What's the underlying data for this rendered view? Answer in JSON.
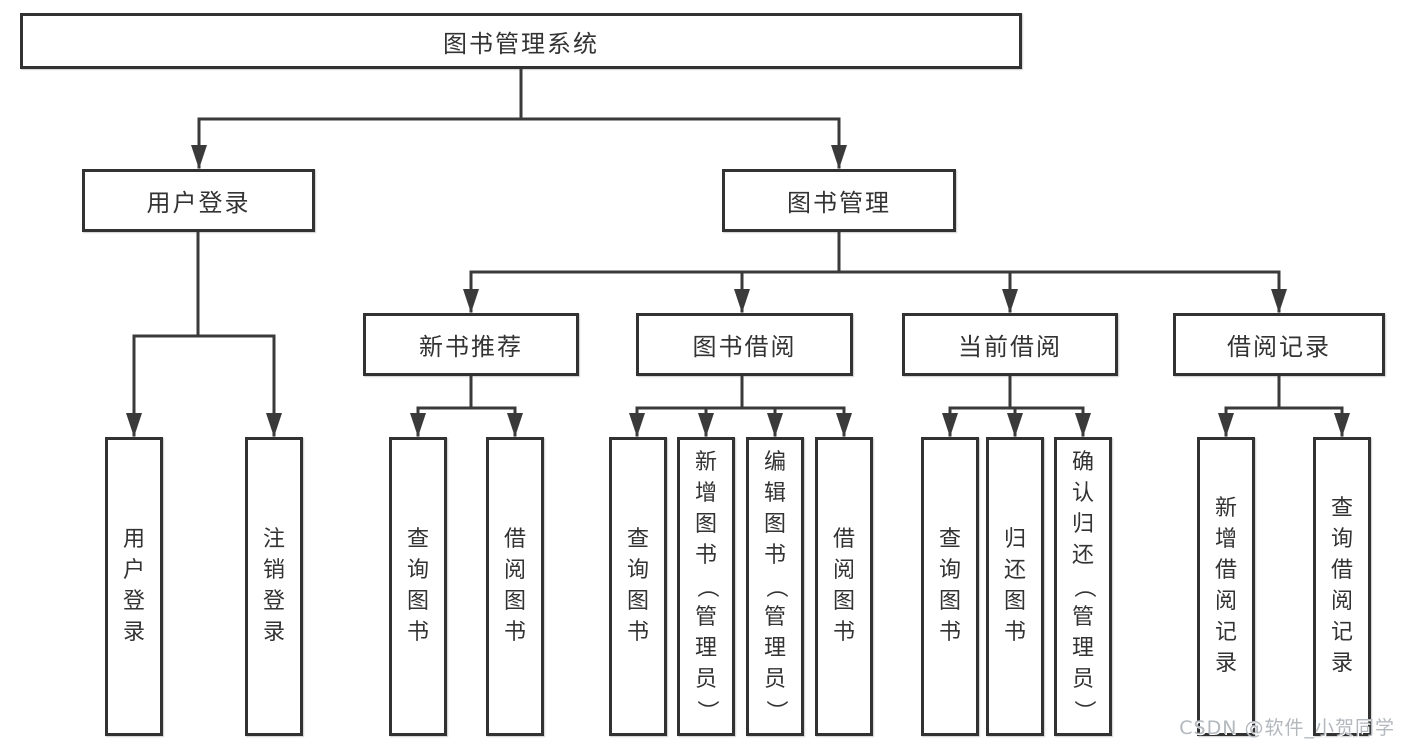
{
  "diagram": {
    "type": "hierarchy-tree",
    "colors": {
      "line": "#3a3a3a",
      "box_border": "#323232",
      "box_fill": "#ffffff",
      "text": "#333333",
      "watermark_text": "#b2b8bd"
    }
  },
  "tree": {
    "root": {
      "label": "图书管理系统"
    },
    "branches": [
      {
        "label": "用户登录",
        "children": [
          {
            "label": "用户登录"
          },
          {
            "label": "注销登录"
          }
        ]
      },
      {
        "label": "图书管理",
        "children": [
          {
            "label": "新书推荐",
            "children": [
              {
                "label": "查询图书"
              },
              {
                "label": "借阅图书"
              }
            ]
          },
          {
            "label": "图书借阅",
            "children": [
              {
                "label": "查询图书"
              },
              {
                "label": "新增图书（管理员）"
              },
              {
                "label": "编辑图书（管理员）"
              },
              {
                "label": "借阅图书"
              }
            ]
          },
          {
            "label": "当前借阅",
            "children": [
              {
                "label": "查询图书"
              },
              {
                "label": "归还图书"
              },
              {
                "label": "确认归还（管理员）"
              }
            ]
          },
          {
            "label": "借阅记录",
            "children": [
              {
                "label": "新增借阅记录"
              },
              {
                "label": "查询借阅记录"
              }
            ]
          }
        ]
      }
    ]
  },
  "watermark": {
    "text": "CSDN @软件_小贺同学"
  }
}
